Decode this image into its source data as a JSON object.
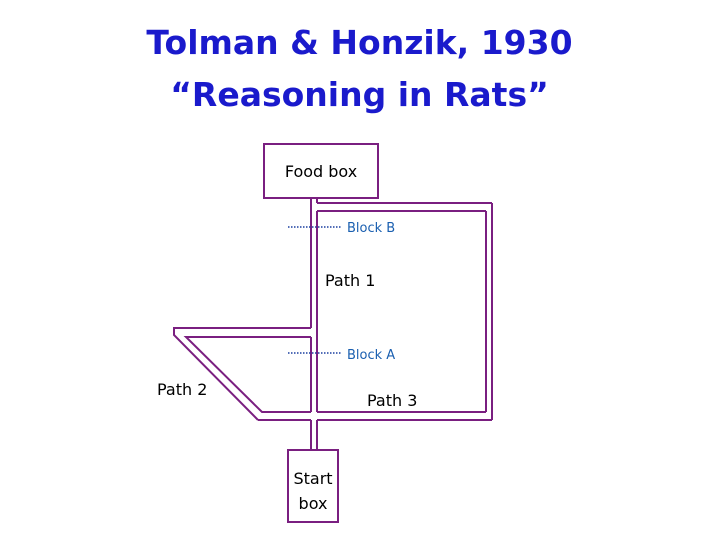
{
  "title": {
    "line1": "Tolman & Honzik, 1930",
    "line2": "“Reasoning in Rats”"
  },
  "diagram": {
    "food_box": "Food box",
    "start_box_line1": "Start",
    "start_box_line2": "box",
    "path1": "Path 1",
    "path2": "Path 2",
    "path3": "Path 3",
    "block_a": "Block A",
    "block_b": "Block B",
    "colors": {
      "maze": "#7a1f80",
      "title": "#1a1acc",
      "block_label": "#1a5fb0",
      "block_line": "#1a3fa0"
    }
  }
}
